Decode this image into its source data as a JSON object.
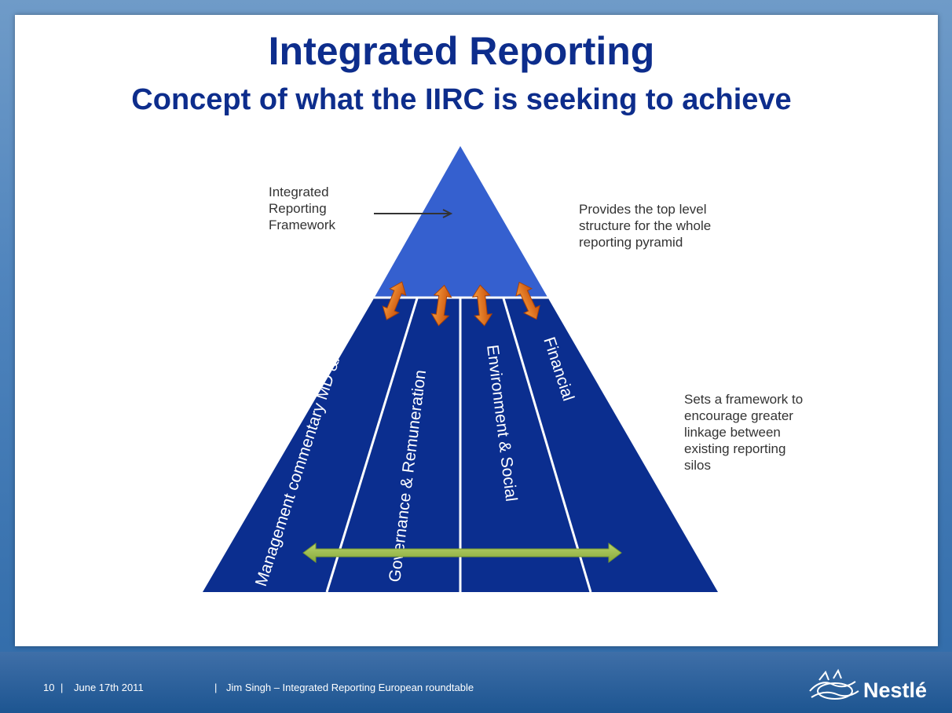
{
  "slide": {
    "title": "Integrated Reporting",
    "subtitle": "Concept of what the IIRC is seeking to achieve"
  },
  "diagram": {
    "top_label": "Integrated Reporting Framework",
    "top_label_lines": [
      "Integrated",
      "Reporting",
      "Framework"
    ],
    "silos": [
      "Management commentary MD &A",
      "Governance & Remuneration",
      "Environment & Social",
      "Financial"
    ],
    "note_top": "Provides the top level structure for the whole reporting pyramid",
    "note_top_lines": [
      "Provides the top level",
      "structure for the whole",
      "reporting pyramid"
    ],
    "note_bottom": "Sets a framework to encourage greater linkage between existing reporting silos",
    "note_bottom_lines": [
      "Sets a  framework to",
      "encourage greater",
      "linkage between",
      "existing reporting",
      "silos"
    ]
  },
  "footer": {
    "page": "10",
    "date": "June 17th  2011",
    "author_event": "Jim Singh – Integrated Reporting European roundtable",
    "logo_text": "Nestlé"
  },
  "colors": {
    "apex": "#3560cf",
    "base": "#0b2e8f",
    "arrow_orange": "#e0600f",
    "arrow_green": "#9cbb4c",
    "title": "#0d2d8c"
  }
}
